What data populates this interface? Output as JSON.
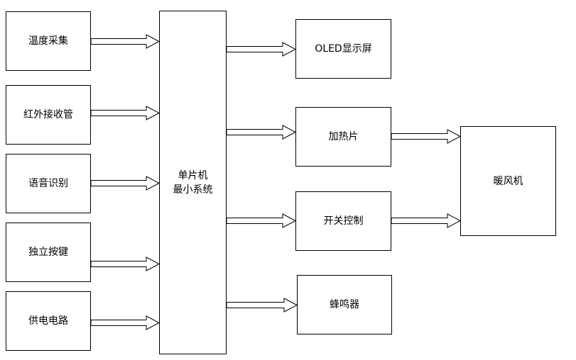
{
  "inputs": {
    "temp": "温度采集",
    "ir": "红外接收管",
    "voice": "语音识别",
    "keys": "独立按键",
    "power": "供电电路"
  },
  "mcu": {
    "line1": "单片机",
    "line2": "最小系统"
  },
  "outputs": {
    "oled": "OLED显示屏",
    "heater": "加热片",
    "switch": "开关控制",
    "buzzer": "蜂鸣器"
  },
  "heater_fan": "暖风机"
}
